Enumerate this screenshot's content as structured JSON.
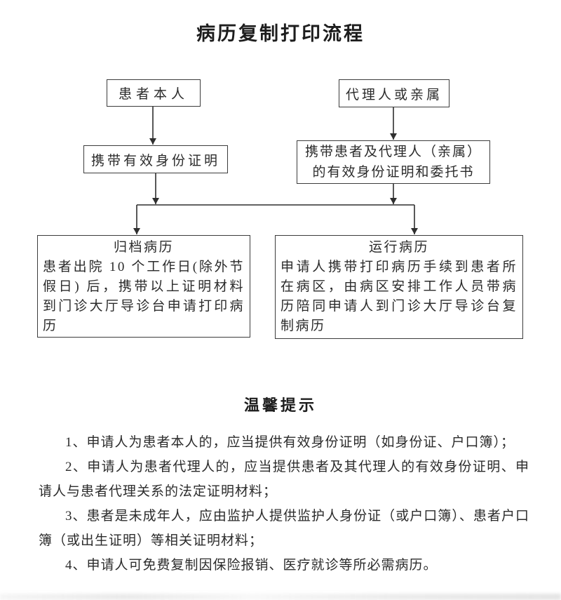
{
  "page": {
    "title": "病历复制打印流程"
  },
  "flowchart": {
    "patient": {
      "label": "患者本人"
    },
    "agent": {
      "label": "代理人或亲属"
    },
    "patient_docs": {
      "label": "携带有效身份证明"
    },
    "agent_docs": {
      "line1": "携带患者及代理人（亲属）",
      "line2": "的有效身份证明和委托书"
    },
    "archived": {
      "title": "归档病历",
      "lines": [
        "患者出院 10 个工作日(除外节",
        "假日) 后，携带以上证明材料",
        "到门诊大厅导诊台申请打印病",
        "历"
      ],
      "full_text": "患者出院 10 个工作日(除外节假日) 后，携带以上证明材料到门诊大厅导诊台申请打印病历"
    },
    "running": {
      "title": "运行病历",
      "lines": [
        "申请人携带打印病历手续到患者所",
        "在病区，由病区安排工作人员带病",
        "历陪同申请人到门诊大厅导诊台复",
        "制病历"
      ],
      "full_text": "申请人携带打印病历手续到患者所在病区，由病区安排工作人员带病历陪同申请人到门诊大厅导诊台复制病历"
    }
  },
  "tips": {
    "heading": "温馨提示",
    "items": [
      "1、申请人为患者本人的，应当提供有效身份证明（如身份证、户口簿）；",
      "2、申请人为患者代理人的，应当提供患者及其代理人的有效身份证明、申请人与患者代理关系的法定证明材料；",
      "3、患者是未成年人，应由监护人提供监护人身份证（或户口簿）、患者户口簿（或出生证明）等相关证明材料；",
      "4、申请人可免费复制因保险报销、医疗就诊等所必需病历。"
    ]
  },
  "colors": {
    "background": "#ffffff",
    "box_border": "#3c3c3c",
    "arrow": "#2f2f2f",
    "text": "#2b2b2b"
  }
}
